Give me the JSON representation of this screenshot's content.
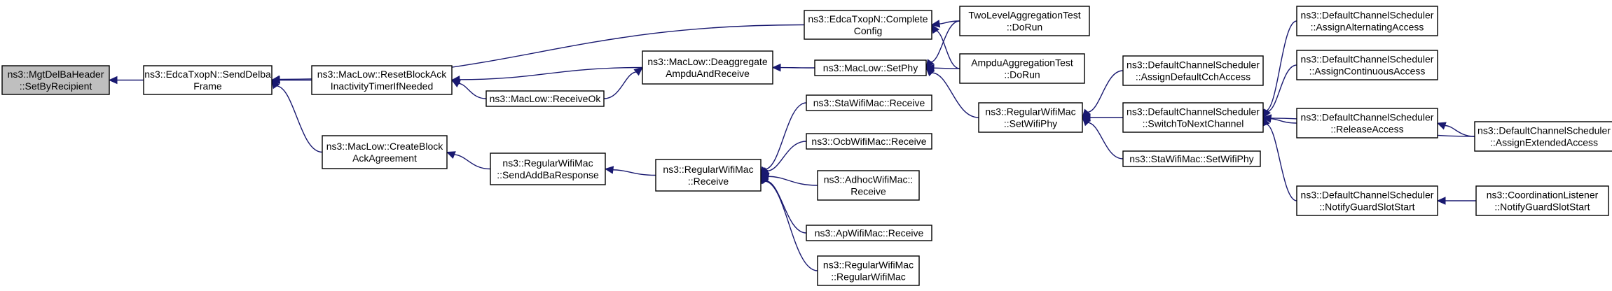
{
  "graph": {
    "nodes": [
      {
        "id": "n0",
        "label": [
          "ns3::MgtDelBaHeader",
          "::SetByRecipient"
        ],
        "root": true
      },
      {
        "id": "n1",
        "label": [
          "ns3::EdcaTxopN::SendDelba",
          "Frame"
        ]
      },
      {
        "id": "n2",
        "label": [
          "ns3::MacLow::ResetBlockAck",
          "InactivityTimerIfNeeded"
        ]
      },
      {
        "id": "n3",
        "label": [
          "ns3::MacLow::CreateBlock",
          "AckAgreement"
        ]
      },
      {
        "id": "n4",
        "label": [
          "ns3::EdcaTxopN::Complete",
          "Config"
        ]
      },
      {
        "id": "n5",
        "label": [
          "ns3::MacLow::Deaggregate",
          "AmpduAndReceive"
        ]
      },
      {
        "id": "n6",
        "label": [
          "ns3::MacLow::ReceiveOk"
        ]
      },
      {
        "id": "n7",
        "label": [
          "ns3::RegularWifiMac",
          "::SendAddBaResponse"
        ]
      },
      {
        "id": "n8",
        "label": [
          "ns3::RegularWifiMac",
          "::Receive"
        ]
      },
      {
        "id": "n9",
        "label": [
          "ns3::MacLow::SetPhy"
        ]
      },
      {
        "id": "n10",
        "label": [
          "TwoLevelAggregationTest",
          "::DoRun"
        ]
      },
      {
        "id": "n11",
        "label": [
          "AmpduAggregationTest",
          "::DoRun"
        ]
      },
      {
        "id": "n12",
        "label": [
          "ns3::StaWifiMac::Receive"
        ]
      },
      {
        "id": "n13",
        "label": [
          "ns3::OcbWifiMac::Receive"
        ]
      },
      {
        "id": "n14",
        "label": [
          "ns3::AdhocWifiMac::",
          "Receive"
        ]
      },
      {
        "id": "n15",
        "label": [
          "ns3::ApWifiMac::Receive"
        ]
      },
      {
        "id": "n16",
        "label": [
          "ns3::RegularWifiMac",
          "::RegularWifiMac"
        ]
      },
      {
        "id": "n17",
        "label": [
          "ns3::RegularWifiMac",
          "::SetWifiPhy"
        ]
      },
      {
        "id": "n18",
        "label": [
          "ns3::DefaultChannelScheduler",
          "::AssignDefaultCchAccess"
        ]
      },
      {
        "id": "n19",
        "label": [
          "ns3::DefaultChannelScheduler",
          "::SwitchToNextChannel"
        ]
      },
      {
        "id": "n20",
        "label": [
          "ns3::StaWifiMac::SetWifiPhy"
        ]
      },
      {
        "id": "n21",
        "label": [
          "ns3::DefaultChannelScheduler",
          "::AssignAlternatingAccess"
        ]
      },
      {
        "id": "n22",
        "label": [
          "ns3::DefaultChannelScheduler",
          "::AssignContinuousAccess"
        ]
      },
      {
        "id": "n23",
        "label": [
          "ns3::DefaultChannelScheduler",
          "::ReleaseAccess"
        ]
      },
      {
        "id": "n24",
        "label": [
          "ns3::DefaultChannelScheduler",
          "::NotifyGuardSlotStart"
        ]
      },
      {
        "id": "n25",
        "label": [
          "ns3::DefaultChannelScheduler",
          "::AssignExtendedAccess"
        ]
      },
      {
        "id": "n26",
        "label": [
          "ns3::CoordinationListener",
          "::NotifyGuardSlotStart"
        ]
      }
    ],
    "edges": [
      {
        "from": "n1",
        "to": "n0"
      },
      {
        "from": "n2",
        "to": "n1"
      },
      {
        "from": "n3",
        "to": "n1"
      },
      {
        "from": "n4",
        "to": "n1"
      },
      {
        "from": "n5",
        "to": "n2"
      },
      {
        "from": "n6",
        "to": "n2"
      },
      {
        "from": "n6",
        "to": "n5"
      },
      {
        "from": "n7",
        "to": "n3"
      },
      {
        "from": "n8",
        "to": "n7"
      },
      {
        "from": "n9",
        "to": "n5"
      },
      {
        "from": "n10",
        "to": "n4"
      },
      {
        "from": "n11",
        "to": "n4"
      },
      {
        "from": "n10",
        "to": "n9"
      },
      {
        "from": "n11",
        "to": "n9"
      },
      {
        "from": "n17",
        "to": "n9"
      },
      {
        "from": "n12",
        "to": "n8"
      },
      {
        "from": "n13",
        "to": "n8"
      },
      {
        "from": "n14",
        "to": "n8"
      },
      {
        "from": "n15",
        "to": "n8"
      },
      {
        "from": "n16",
        "to": "n8"
      },
      {
        "from": "n18",
        "to": "n17"
      },
      {
        "from": "n19",
        "to": "n17"
      },
      {
        "from": "n20",
        "to": "n17"
      },
      {
        "from": "n21",
        "to": "n19"
      },
      {
        "from": "n22",
        "to": "n19"
      },
      {
        "from": "n23",
        "to": "n19"
      },
      {
        "from": "n24",
        "to": "n19"
      },
      {
        "from": "n25",
        "to": "n19"
      },
      {
        "from": "n25",
        "to": "n23"
      },
      {
        "from": "n26",
        "to": "n24"
      }
    ]
  },
  "colors": {
    "edge": "#191970",
    "root_fill": "#bfbfbf",
    "node_fill": "#ffffff",
    "node_border": "#000000"
  }
}
